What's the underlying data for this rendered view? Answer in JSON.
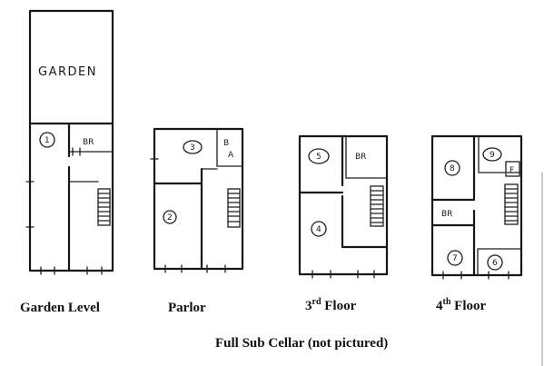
{
  "captions": {
    "garden_level": "Garden Level",
    "parlor": "Parlor",
    "third_num": "3",
    "third_sup": "rd",
    "third_word": " Floor",
    "fourth_num": "4",
    "fourth_sup": "th",
    "fourth_word": " Floor",
    "cellar": "Full Sub Cellar (not pictured)"
  },
  "plan_labels": {
    "garden": "GARDEN",
    "garden_room_1": "1",
    "garden_br": "BR",
    "parlor_room_3": "3",
    "parlor_room_2": "2",
    "parlor_b": "B",
    "parlor_a": "A",
    "third_room_5": "5",
    "third_br": "BR",
    "third_room_4": "4",
    "fourth_room_8": "8",
    "fourth_room_9": "9",
    "fourth_room_f": "F",
    "fourth_br": "BR",
    "fourth_room_7": "7",
    "fourth_room_6": "6"
  }
}
